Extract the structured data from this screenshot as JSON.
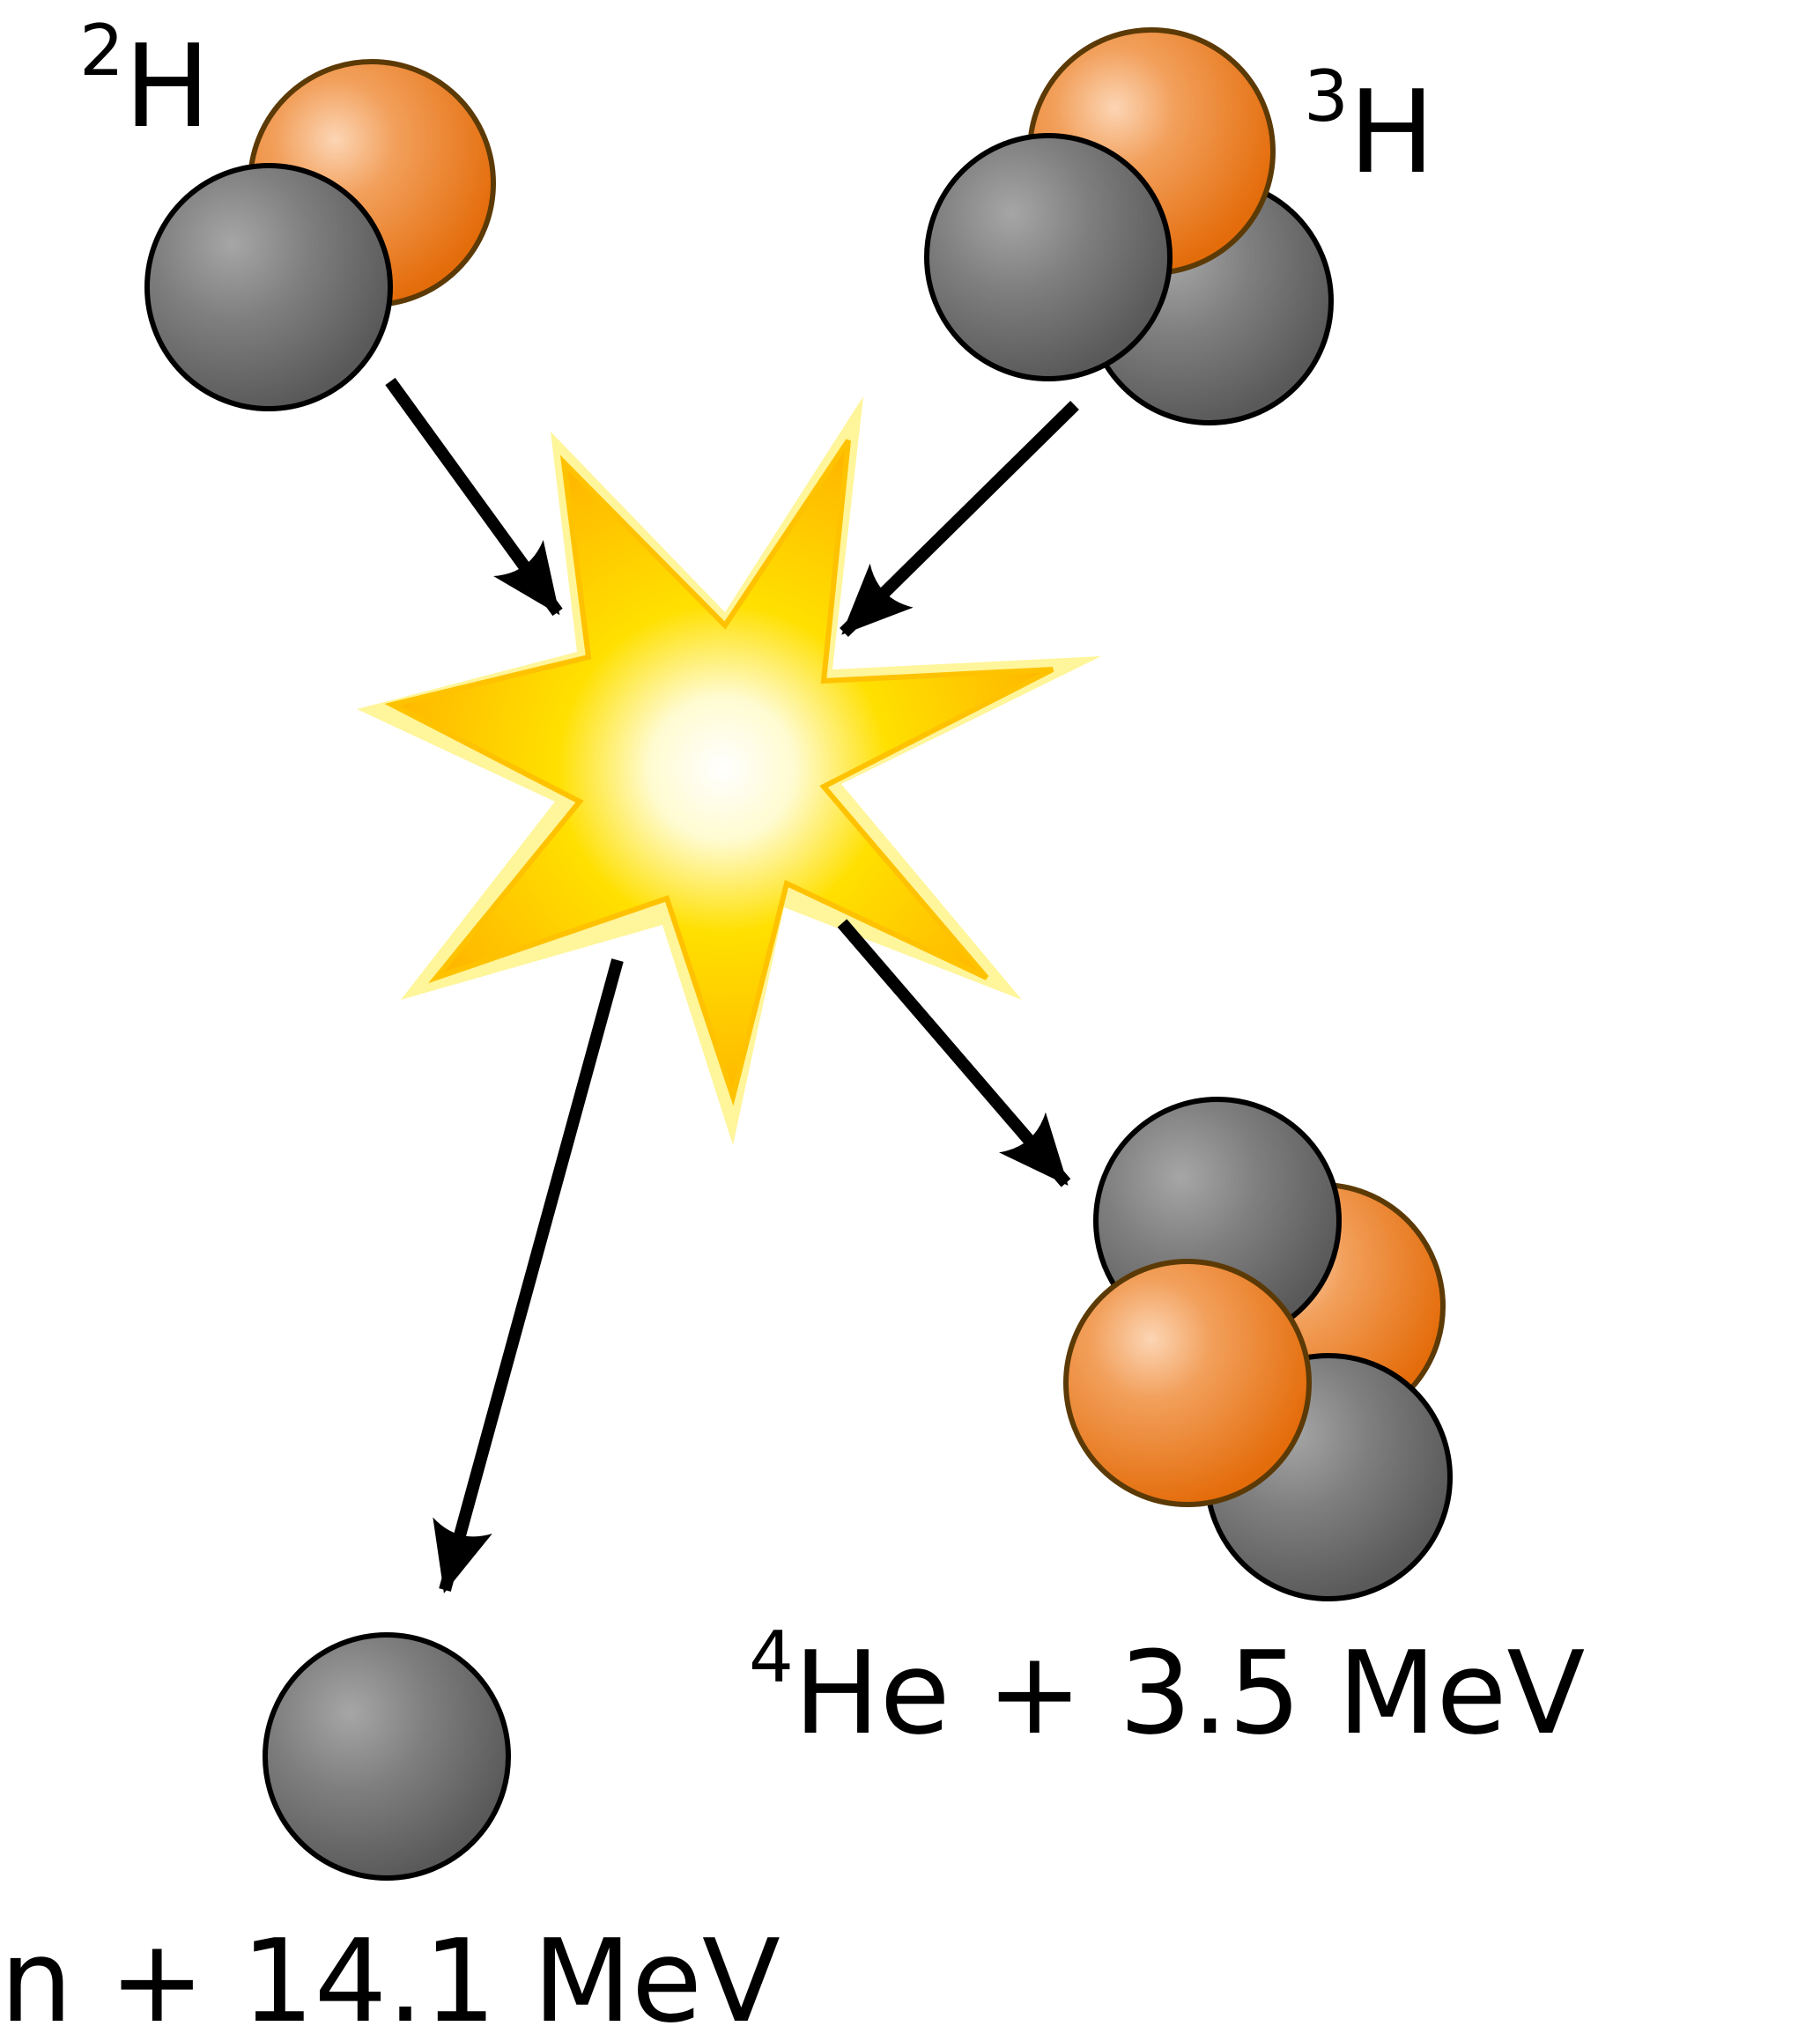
{
  "reactants": {
    "deuterium": {
      "mass_number": "2",
      "symbol": "H"
    },
    "tritium": {
      "mass_number": "3",
      "symbol": "H"
    }
  },
  "products": {
    "helium": {
      "mass_number": "4",
      "symbol": "He",
      "energy": " + 3.5 MeV"
    },
    "neutron": {
      "symbol": "n",
      "energy": " + 14.1 MeV"
    }
  },
  "colors": {
    "proton": "#e46c0a",
    "proton_highlight": "#fcd5b4",
    "proton_stroke": "#5c3a06",
    "neutron": "#595959",
    "neutron_highlight": "#a6a6a6",
    "neutron_stroke": "#000000",
    "explosion_core": "#ffffff",
    "explosion_mid": "#ffe000",
    "explosion_edge": "#ffb800",
    "explosion_glow": "#fff59a",
    "arrow": "#000000"
  },
  "icons": {
    "proton": "orange-sphere",
    "neutron": "gray-sphere",
    "fusion": "starburst-explosion",
    "flow": "arrow"
  }
}
